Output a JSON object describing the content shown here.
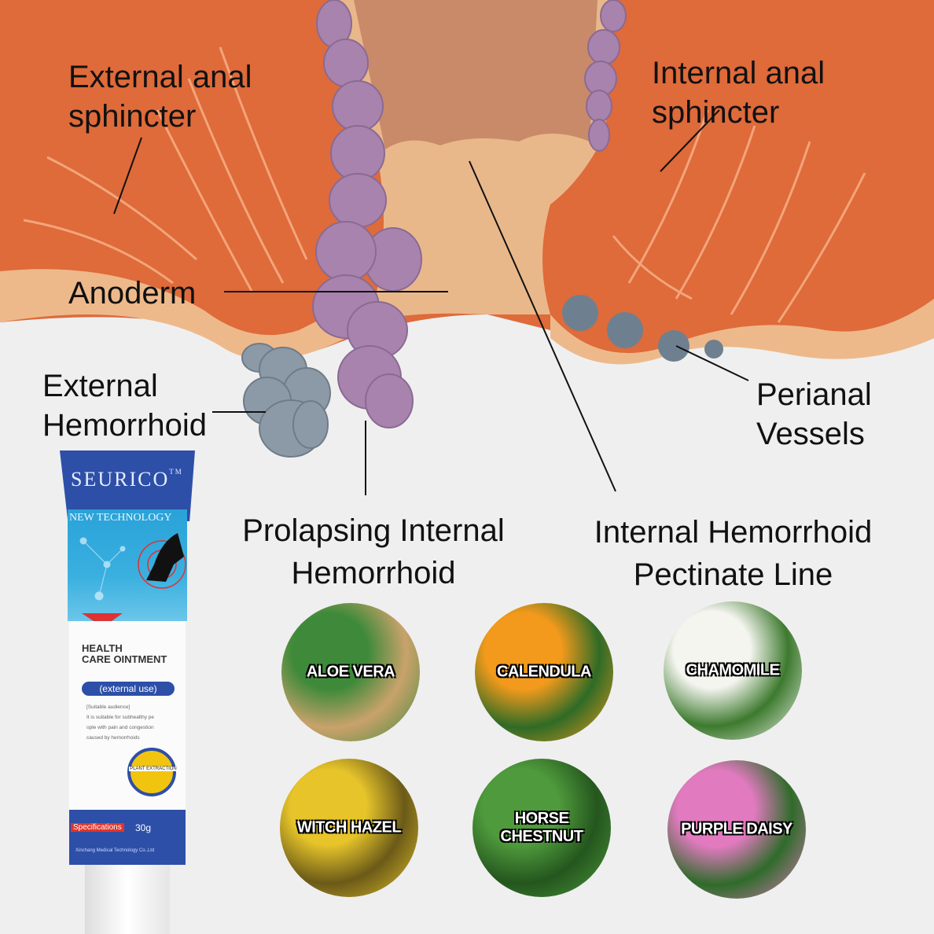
{
  "labels": {
    "external_anal_sphincter": [
      "External anal",
      "sphincter"
    ],
    "internal_anal_sphincter": [
      "Internal anal",
      "sphincter"
    ],
    "anoderm": "Anoderm",
    "external_hemorrhoid": [
      "External",
      "Hemorrhoid"
    ],
    "perianal_vessels": [
      "Perianal",
      "Vessels"
    ],
    "prolapsing_internal_hemorrhoid": [
      "Prolapsing Internal",
      "Hemorrhoid"
    ],
    "internal_hemorrhoid_pectinate_line": [
      "Internal Hemorrhoid",
      "Pectinate Line"
    ]
  },
  "product": {
    "brand": "SEURICO",
    "trademark": "TM",
    "tagline": "NEW TECHNOLOGY",
    "name_line1": "HEALTH",
    "name_line2": "CARE OINTMENT",
    "usage": "(external use)",
    "audience_lines": [
      "[Suitable audience]",
      "It is suitable for subhealthy pe",
      "ople with pain and congestion",
      "caused by hemorrhoids"
    ],
    "seal": "PLANT EXTRACTION",
    "spec_label": "Specifications",
    "weight": "30g",
    "company": "Xinchang Medical Technology Co.,Ltd"
  },
  "ingredients": [
    {
      "name": "ALOE VERA",
      "colors": [
        "#3f8a3a",
        "#c9a26b"
      ]
    },
    {
      "name": "CALENDULA",
      "colors": [
        "#f39a1c",
        "#2f6b26"
      ]
    },
    {
      "name": "CHAMOMILE",
      "colors": [
        "#f5f5f0",
        "#3d7a2e"
      ]
    },
    {
      "name": "WITCH HAZEL",
      "colors": [
        "#e6c42a",
        "#6b5a18"
      ]
    },
    {
      "name": "HORSE CHESTNUT",
      "colors": [
        "#4f9a3c",
        "#24561e"
      ]
    },
    {
      "name": "PURPLE DAISY",
      "colors": [
        "#e27ac0",
        "#2f6b2a"
      ]
    }
  ]
}
